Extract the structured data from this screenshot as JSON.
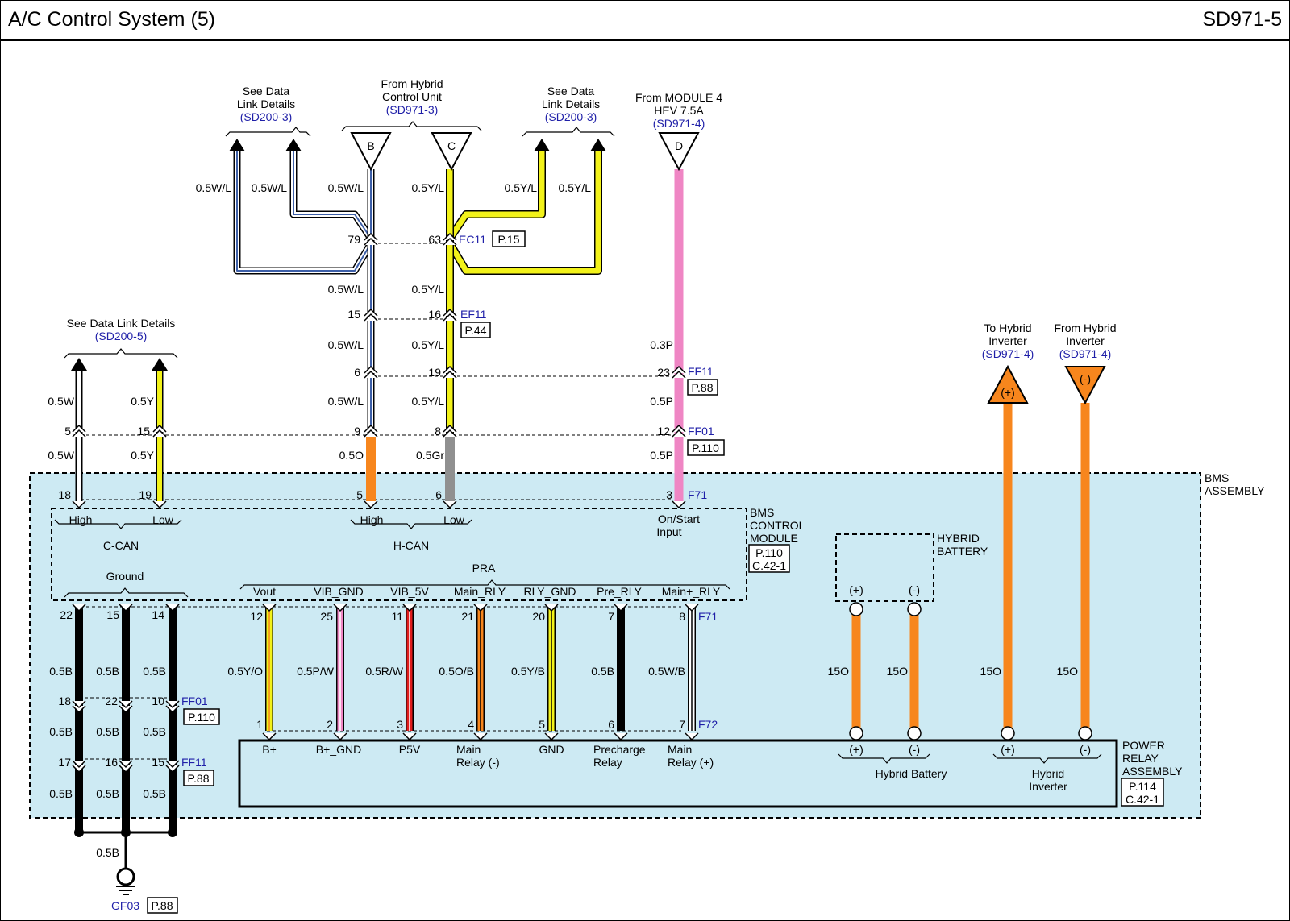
{
  "header": {
    "title": "A/C Control System (5)",
    "code": "SD971-5"
  },
  "colors": {
    "bms_bg": "#cdeaf3",
    "blue_wire": "#3d5fa8",
    "yellow_wire": "#f2f21a",
    "pink_wire": "#ef86c4",
    "orange_wire": "#f7861d",
    "gray_wire": "#909090",
    "red_wire": "#e11d1d",
    "ref_text": "#1f1fa8"
  },
  "top_refs": {
    "dl_left": {
      "lines": [
        "See Data",
        "Link Details"
      ],
      "ref": "(SD200-3)"
    },
    "hcu": {
      "lines": [
        "From Hybrid",
        "Control Unit"
      ],
      "ref": "(SD971-3)"
    },
    "dl_right": {
      "lines": [
        "See Data",
        "Link Details"
      ],
      "ref": "(SD200-3)"
    },
    "module4": {
      "lines": [
        "From MODULE 4",
        "HEV 7.5A"
      ],
      "ref": "(SD971-4)"
    },
    "dl_ccan": {
      "lines": [
        "See Data Link Details"
      ],
      "ref": "(SD200-5)"
    },
    "to_inv": {
      "lines": [
        "To Hybrid",
        "Inverter"
      ],
      "ref": "(SD971-4)"
    },
    "from_inv": {
      "lines": [
        "From Hybrid",
        "Inverter"
      ],
      "ref": "(SD971-4)"
    }
  },
  "connector_letters": [
    "B",
    "C",
    "D"
  ],
  "wire_labels": {
    "w05WL": "0.5W/L",
    "w05YL": "0.5Y/L",
    "w05W": "0.5W",
    "w05Y": "0.5Y",
    "w03P": "0.3P",
    "w05P": "0.5P",
    "w05O": "0.5O",
    "w05Gr": "0.5Gr",
    "w05B": "0.5B",
    "w05YO": "0.5Y/O",
    "w05PW": "0.5P/W",
    "w05RW": "0.5R/W",
    "w05OB": "0.5O/B",
    "w05YB": "0.5Y/B",
    "w05WB": "0.5W/B",
    "w15O": "15O"
  },
  "pins": {
    "p79": "79",
    "p63": "63",
    "p15": "15",
    "p16": "16",
    "p6": "6",
    "p19": "19",
    "p23": "23",
    "p5": "5",
    "p9": "9",
    "p8": "8",
    "p12": "12",
    "p18": "18",
    "p3": "3",
    "p22": "22",
    "p14": "14",
    "p25": "25",
    "p11": "11",
    "p21": "21",
    "p20": "20",
    "p7": "7",
    "p10": "10",
    "p17": "17",
    "p1": "1",
    "p2": "2",
    "p4": "4"
  },
  "connectors": {
    "EC11": "EC11",
    "EF11": "EF11",
    "FF11": "FF11",
    "FF01": "FF01",
    "F71": "F71",
    "F72": "F72",
    "GF03": "GF03",
    "P15": "P.15",
    "P44": "P.44",
    "P88": "P.88",
    "P110": "P.110",
    "P114": "P.114",
    "C421": "C.42-1"
  },
  "bms": {
    "assembly": [
      "BMS",
      "ASSEMBLY"
    ],
    "control_module": [
      "BMS",
      "CONTROL",
      "MODULE"
    ],
    "hybrid_battery": [
      "HYBRID",
      "BATTERY"
    ],
    "pins": {
      "high": "High",
      "low": "Low",
      "on_start": [
        "On/Start",
        "Input"
      ],
      "ccan": "C-CAN",
      "hcan": "H-CAN",
      "ground": "Ground",
      "pra": "PRA"
    },
    "pra_pins": [
      "Vout",
      "VIB_GND",
      "VIB_5V",
      "Main_RLY",
      "RLY_GND",
      "Pre_RLY",
      "Main+_RLY"
    ],
    "plus": "(+)",
    "minus": "(-)"
  },
  "pra_assembly": {
    "title": [
      "POWER",
      "RELAY",
      "ASSEMBLY"
    ],
    "pins": [
      "B+",
      "B+_GND",
      "P5V"
    ],
    "main_relay_neg": [
      "Main",
      "Relay (-)"
    ],
    "gnd": "GND",
    "precharge": [
      "Precharge",
      "Relay"
    ],
    "main_relay_pos": [
      "Main",
      "Relay (+)"
    ],
    "hybrid_battery": "Hybrid Battery",
    "hybrid_inverter": [
      "Hybrid",
      "Inverter"
    ]
  }
}
